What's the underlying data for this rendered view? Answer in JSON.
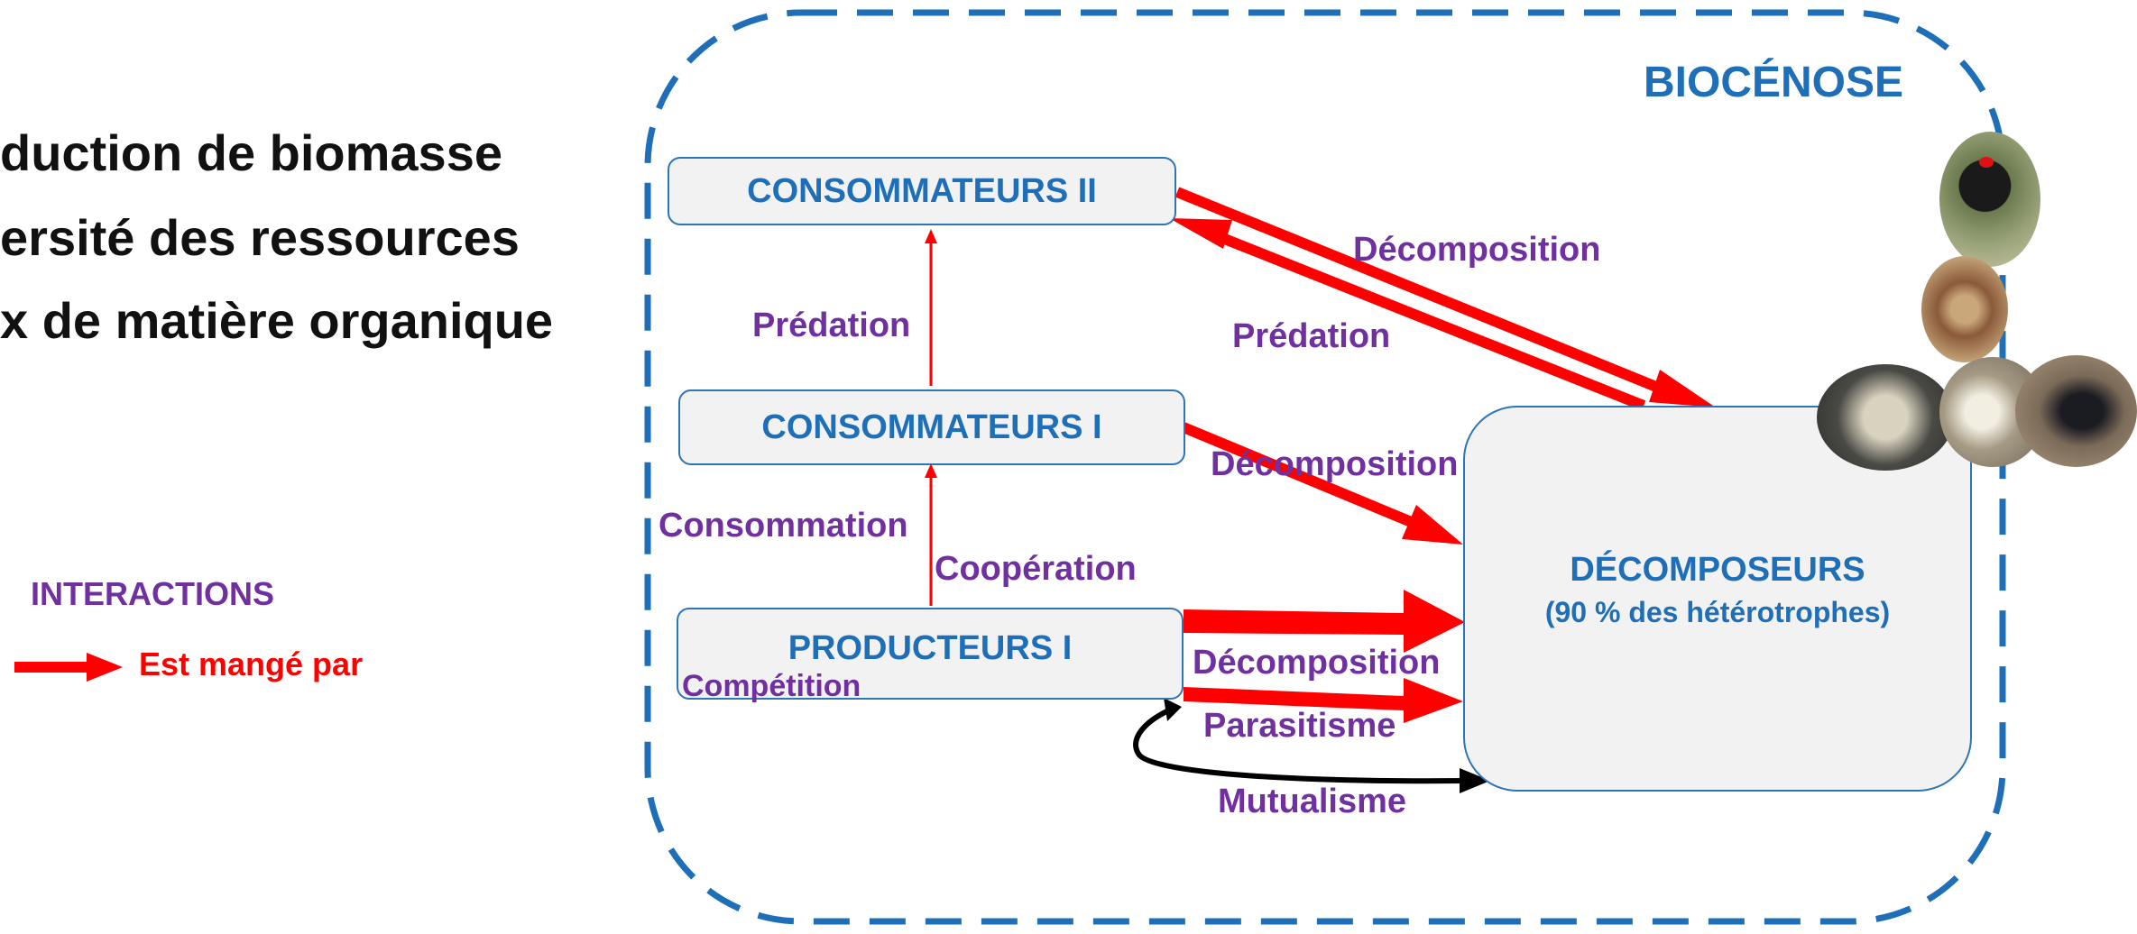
{
  "left_text": {
    "line1": "duction de biomasse",
    "line2": "ersité des ressources",
    "line3": "x de matière organique"
  },
  "legend": {
    "title": "INTERACTIONS",
    "arrow_label": "Est mangé par"
  },
  "biocenose": {
    "title": "BIOCÉNOSE"
  },
  "boxes": {
    "consommateurs_2": "CONSOMMATEURS II",
    "consommateurs_1": "CONSOMMATEURS I",
    "producteurs_1": "PRODUCTEURS I",
    "decomposeurs_title": "DÉCOMPOSEURS",
    "decomposeurs_sub": "(90 % des hétérotrophes)"
  },
  "labels": {
    "predation_left": "Prédation",
    "consommation": "Consommation",
    "cooperation": "Coopération",
    "competition": "Compétition",
    "decomposition_top": "Décomposition",
    "predation_right": "Prédation",
    "decomposition_mid": "Décomposition",
    "decomposition_low": "Décomposition",
    "parasitisme": "Parasitisme",
    "mutualisme": "Mutualisme"
  },
  "colors": {
    "arrow_red": "#ff0000",
    "box_border": "#2e75b6",
    "box_text": "#1f6fb8",
    "label_purple": "#7030a0",
    "dashed_border": "#1f6fb8"
  },
  "icons": [
    "woodpecker-photo",
    "larva-photo",
    "fungus-photo",
    "grubs-photo",
    "beetle-photo"
  ]
}
